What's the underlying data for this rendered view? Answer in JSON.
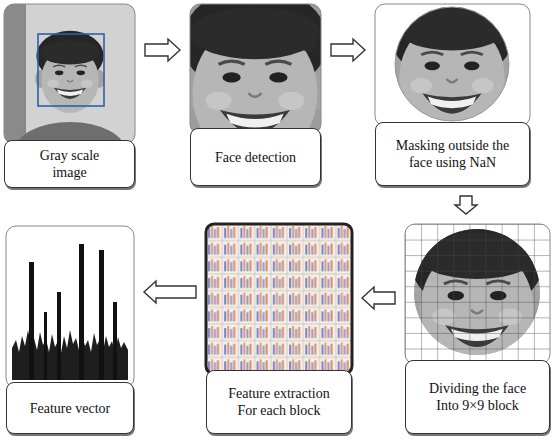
{
  "diagram": {
    "nodes": [
      {
        "text": [
          "Gray scale image"
        ]
      },
      {
        "text": [
          "Face detection"
        ]
      },
      {
        "text": [
          "Masking outside the face using NaN"
        ]
      },
      {
        "text": [
          "Feature vector"
        ]
      },
      {
        "text": [
          "Feature extraction For each block"
        ]
      },
      {
        "text": [
          "Dividing the face Into 9×9 block"
        ]
      }
    ],
    "edges": [
      {
        "from": 0,
        "to": 1,
        "arrow": "to"
      },
      {
        "from": 1,
        "to": 2,
        "arrow": "to"
      },
      {
        "from": 2,
        "to": 5,
        "arrow": "to"
      },
      {
        "from": 5,
        "to": 4,
        "arrow": "to"
      },
      {
        "from": 4,
        "to": 3,
        "arrow": "to"
      }
    ]
  }
}
